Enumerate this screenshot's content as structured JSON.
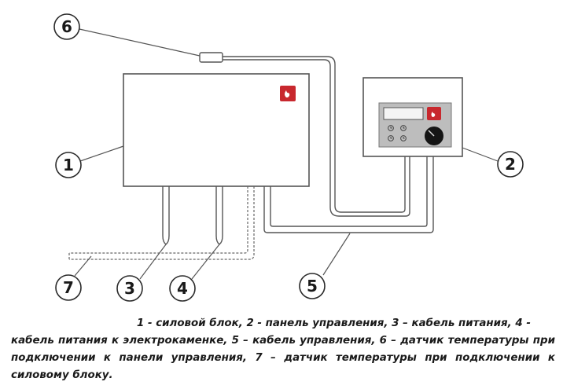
{
  "callouts": {
    "c1": "1",
    "c2": "2",
    "c3": "3",
    "c4": "4",
    "c5": "5",
    "c6": "6",
    "c7": "7"
  },
  "caption": {
    "line1": "1 - силовой блок,  2 - панель управления, 3 – кабель питания, 4 -",
    "line2": "кабель питания к электрокаменке, 5 – кабель управления, 6 – датчик температуры при подключении к панели управления, 7 – датчик температуры при подключении к силовому блоку."
  },
  "colors": {
    "stroke": "#555555",
    "brand_red": "#c8282e",
    "display_bg": "#f4f4f4",
    "panel_face": "#bdbdbd"
  },
  "icons": {
    "brand_logo": "flame-logo-icon",
    "knob": "rotary-knob",
    "buttons": "clock-buttons"
  }
}
